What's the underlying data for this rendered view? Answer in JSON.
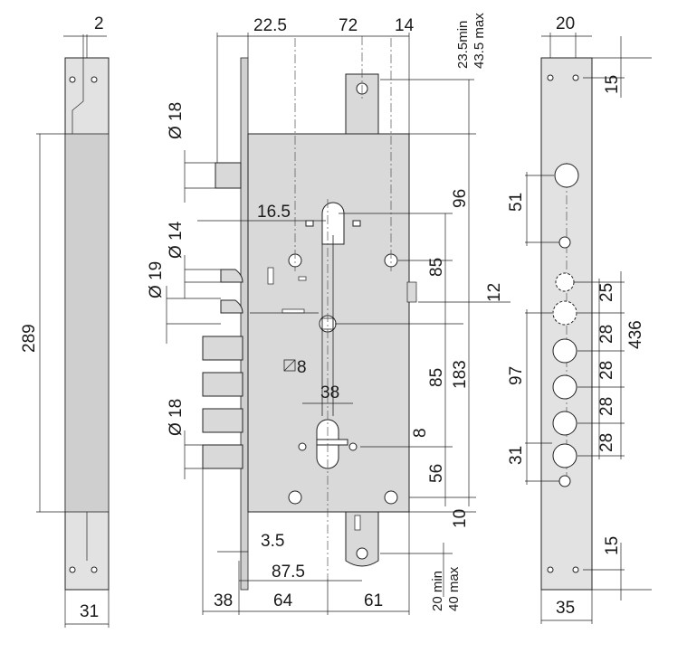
{
  "dimensions": {
    "left_plate": {
      "top": "2",
      "height": "289",
      "width": "31"
    },
    "lock_body": {
      "top_22_5": "22.5",
      "top_72": "72",
      "top_14": "14",
      "right_23_5": "23.5min",
      "right_43_5": "43.5 max",
      "d18_top": "Ø 18",
      "d14": "Ø 14",
      "d19": "Ø 19",
      "d18_bottom": "Ø 18",
      "m16_5": "16.5",
      "m96": "96",
      "m85_top": "85",
      "m85_mid": "85",
      "m183": "183",
      "m12": "12",
      "m8_sq": "8",
      "m38_mid": "38",
      "m8_right": "8",
      "m56": "56",
      "m10": "10",
      "b3_5": "3.5",
      "b87_5": "87.5",
      "b38": "38",
      "b64": "64",
      "b61": "61",
      "b20": "20 min",
      "b40": "40 max"
    },
    "right_plate": {
      "top": "20",
      "r15_top": "15",
      "r51": "51",
      "r25": "25",
      "r28a": "28",
      "r28b": "28",
      "r28c": "28",
      "r28d": "28",
      "r436": "436",
      "r97": "97",
      "r31": "31",
      "r15_bottom": "15",
      "bottom": "35"
    }
  }
}
